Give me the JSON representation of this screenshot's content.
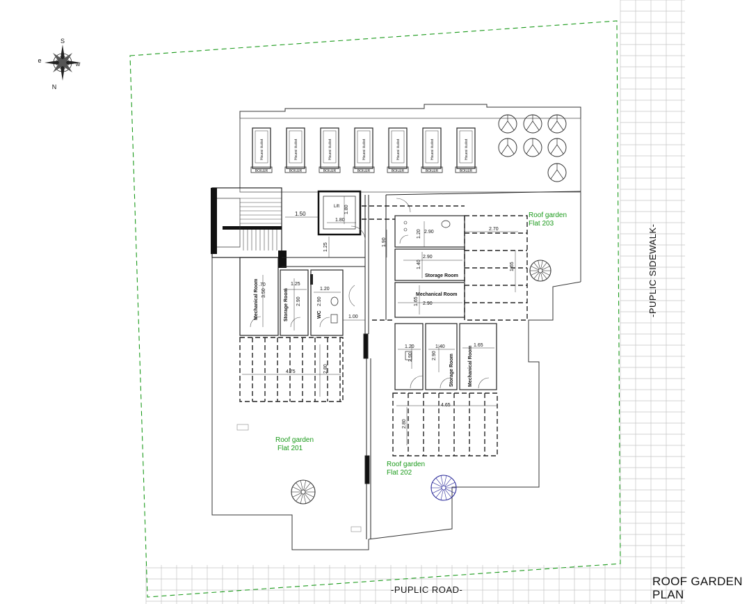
{
  "compass": {
    "n": "N",
    "s": "S",
    "e": "e",
    "w": "w"
  },
  "title": {
    "line1": "ROOF GARDEN",
    "line2": "PLAN"
  },
  "road_label": "-PUPLIC ROAD-",
  "sidewalk_label": "-PUPLIC SIDEWALK-",
  "gardens": {
    "f201": {
      "l1": "Roof garden",
      "l2": "Flat 201"
    },
    "f202": {
      "l1": "Roof garden",
      "l2": "Flat 202"
    },
    "f203": {
      "l1": "Roof garden",
      "l2": "Flat 203"
    }
  },
  "rooms": {
    "mech_left": "Mechanical Room",
    "storage_left": "Storage Room",
    "wc": "WC",
    "lift": "Lift",
    "storage_top": "Storage Room",
    "mech_top": "Mechanical Room",
    "storage_bottom": "Storage Room",
    "mech_bottom": "Mechanical Room"
  },
  "heaters": {
    "label": "Hsuesi iiiuiiiot",
    "boiler": "BOILER"
  },
  "dims": {
    "d150": "1.50",
    "d180a": "1.80",
    "d180b": "1.80",
    "d125a": "1.25",
    "d190": "1.90",
    "d070": ".70",
    "d350": "3.50",
    "d125b": "1.25",
    "d290a": "2.90",
    "d120a": "1.20",
    "d290b": "2.90",
    "d100": "1.00",
    "d475": "4.75",
    "d280a": "2.80",
    "d120b": "1.20",
    "d290c": "2.90",
    "d270": "2.70",
    "d290d": "2.90",
    "d140a": "1.40",
    "d165a": "1.65",
    "d165b": "1.65",
    "d290e": "2.90",
    "d120c": "1.20",
    "d140b": "1.40",
    "d165c": "1.65",
    "d290f": "2.90",
    "d290g": "2.90",
    "d465": "4.65",
    "d280b": "2.80"
  }
}
